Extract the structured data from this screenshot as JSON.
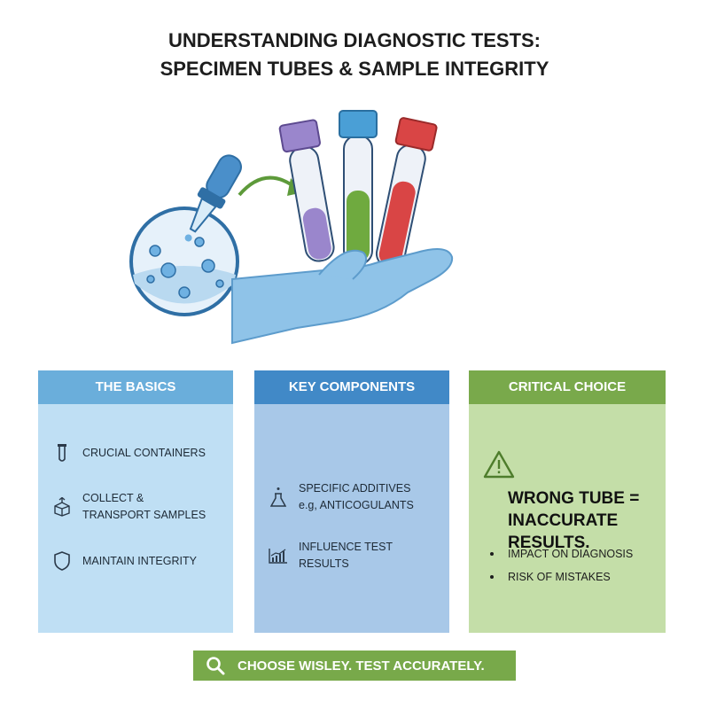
{
  "title": {
    "line1": "UNDERSTANDING DIAGNOSTIC TESTS:",
    "line2": "SPECIMEN TUBES & SAMPLE INTEGRITY"
  },
  "colors": {
    "tube_purple": "#9a86cc",
    "tube_blue": "#4a9fd6",
    "tube_red": "#d94545",
    "glove": "#8fc3e8",
    "accent_green": "#78a94a",
    "accent_blue": "#4189c7"
  },
  "cards": {
    "basics": {
      "heading": "THE BASICS",
      "items": [
        {
          "icon": "test-tube-icon",
          "lines": [
            "CRUCIAL CONTAINERS"
          ]
        },
        {
          "icon": "box-upload-icon",
          "lines": [
            "COLLECT &",
            "TRANSPORT SAMPLES"
          ]
        },
        {
          "icon": "shield-icon",
          "lines": [
            "MAINTAIN INTEGRITY"
          ]
        }
      ]
    },
    "components": {
      "heading": "KEY COMPONENTS",
      "items": [
        {
          "icon": "flask-icon",
          "lines": [
            "SPECIFIC ADDITIVES",
            "e.g, ANTICOGULANTS"
          ]
        },
        {
          "icon": "chart-icon",
          "lines": [
            "INFLUENCE TEST RESULTS"
          ]
        }
      ]
    },
    "critical": {
      "heading": "CRITICAL CHOICE",
      "icon": "warning-icon",
      "statement": [
        "WRONG TUBE =",
        "INACCURATE",
        "RESULTS."
      ],
      "bullets": [
        "IMPACT ON DIAGNOSIS",
        "RISK OF MISTAKES"
      ]
    }
  },
  "banner": {
    "icon": "search-icon",
    "text": "CHOOSE WISLEY. TEST ACCURATELY."
  }
}
